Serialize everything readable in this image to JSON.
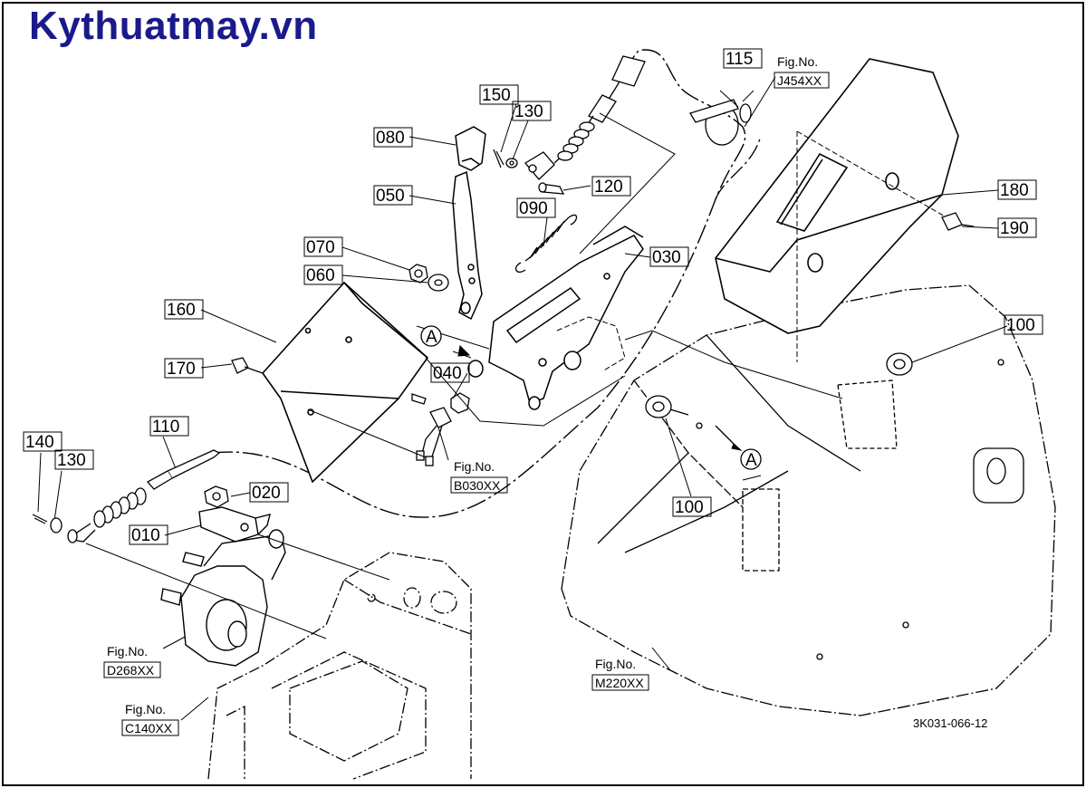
{
  "brand": {
    "text": "Kythuatmay.vn",
    "color": "#1a1a8c"
  },
  "drawing_code": "3K031-066-12",
  "parts": {
    "p010": "010",
    "p020": "020",
    "p030": "030",
    "p040": "040",
    "p050": "050",
    "p060": "060",
    "p070": "070",
    "p080": "080",
    "p090": "090",
    "p100a": "100",
    "p100b": "100",
    "p110": "110",
    "p115": "115",
    "p120": "120",
    "p130a": "130",
    "p130b": "130",
    "p140": "140",
    "p150": "150",
    "p160": "160",
    "p170": "170",
    "p180": "180",
    "p190": "190"
  },
  "fig_refs": {
    "caption": "Fig.No.",
    "j454": "J454XX",
    "b030": "B030XX",
    "d268": "D268XX",
    "c140": "C140XX",
    "m220": "M220XX"
  },
  "markers": {
    "a1": "A",
    "a2": "A"
  }
}
